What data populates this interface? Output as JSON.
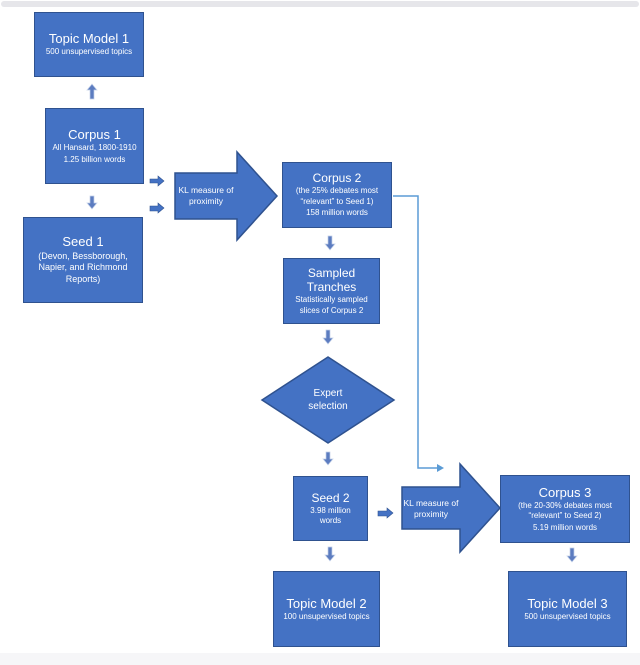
{
  "palette": {
    "box_fill": "#4472c4",
    "box_border": "#2f528f",
    "text_color": "#ffffff",
    "connector": "#5b9bd5",
    "flow_arrow": "#5c7cc0"
  },
  "nodes": {
    "topic_model_1": {
      "title": "Topic Model 1",
      "lines": [
        "500 unsupervised topics"
      ]
    },
    "corpus_1": {
      "title": "Corpus 1",
      "lines": [
        "All Hansard, 1800-1910",
        "1.25 billion words"
      ]
    },
    "seed_1": {
      "title": "Seed 1",
      "lines": [
        "(Devon, Bessborough, Napier, and Richmond Reports)"
      ]
    },
    "kl_1": {
      "label": "KL measure of proximity"
    },
    "corpus_2": {
      "title": "Corpus 2",
      "lines": [
        "(the 25% debates most “relevant” to Seed 1)",
        "158 million words"
      ]
    },
    "sampled_tranches": {
      "title": "Sampled Tranches",
      "lines": [
        "Statistically sampled slices of Corpus 2"
      ]
    },
    "expert_selection": {
      "label": "Expert selection"
    },
    "seed_2": {
      "title": "Seed 2",
      "lines": [
        "3.98 million words"
      ]
    },
    "kl_2": {
      "label": "KL measure of proximity"
    },
    "corpus_3": {
      "title": "Corpus 3",
      "lines": [
        "(the 20-30% debates most “relevant” to Seed 2)",
        "5.19 million words"
      ]
    },
    "topic_model_2": {
      "title": "Topic Model 2",
      "lines": [
        "100 unsupervised topics"
      ]
    },
    "topic_model_3": {
      "title": "Topic Model 3",
      "lines": [
        "500 unsupervised topics"
      ]
    }
  }
}
